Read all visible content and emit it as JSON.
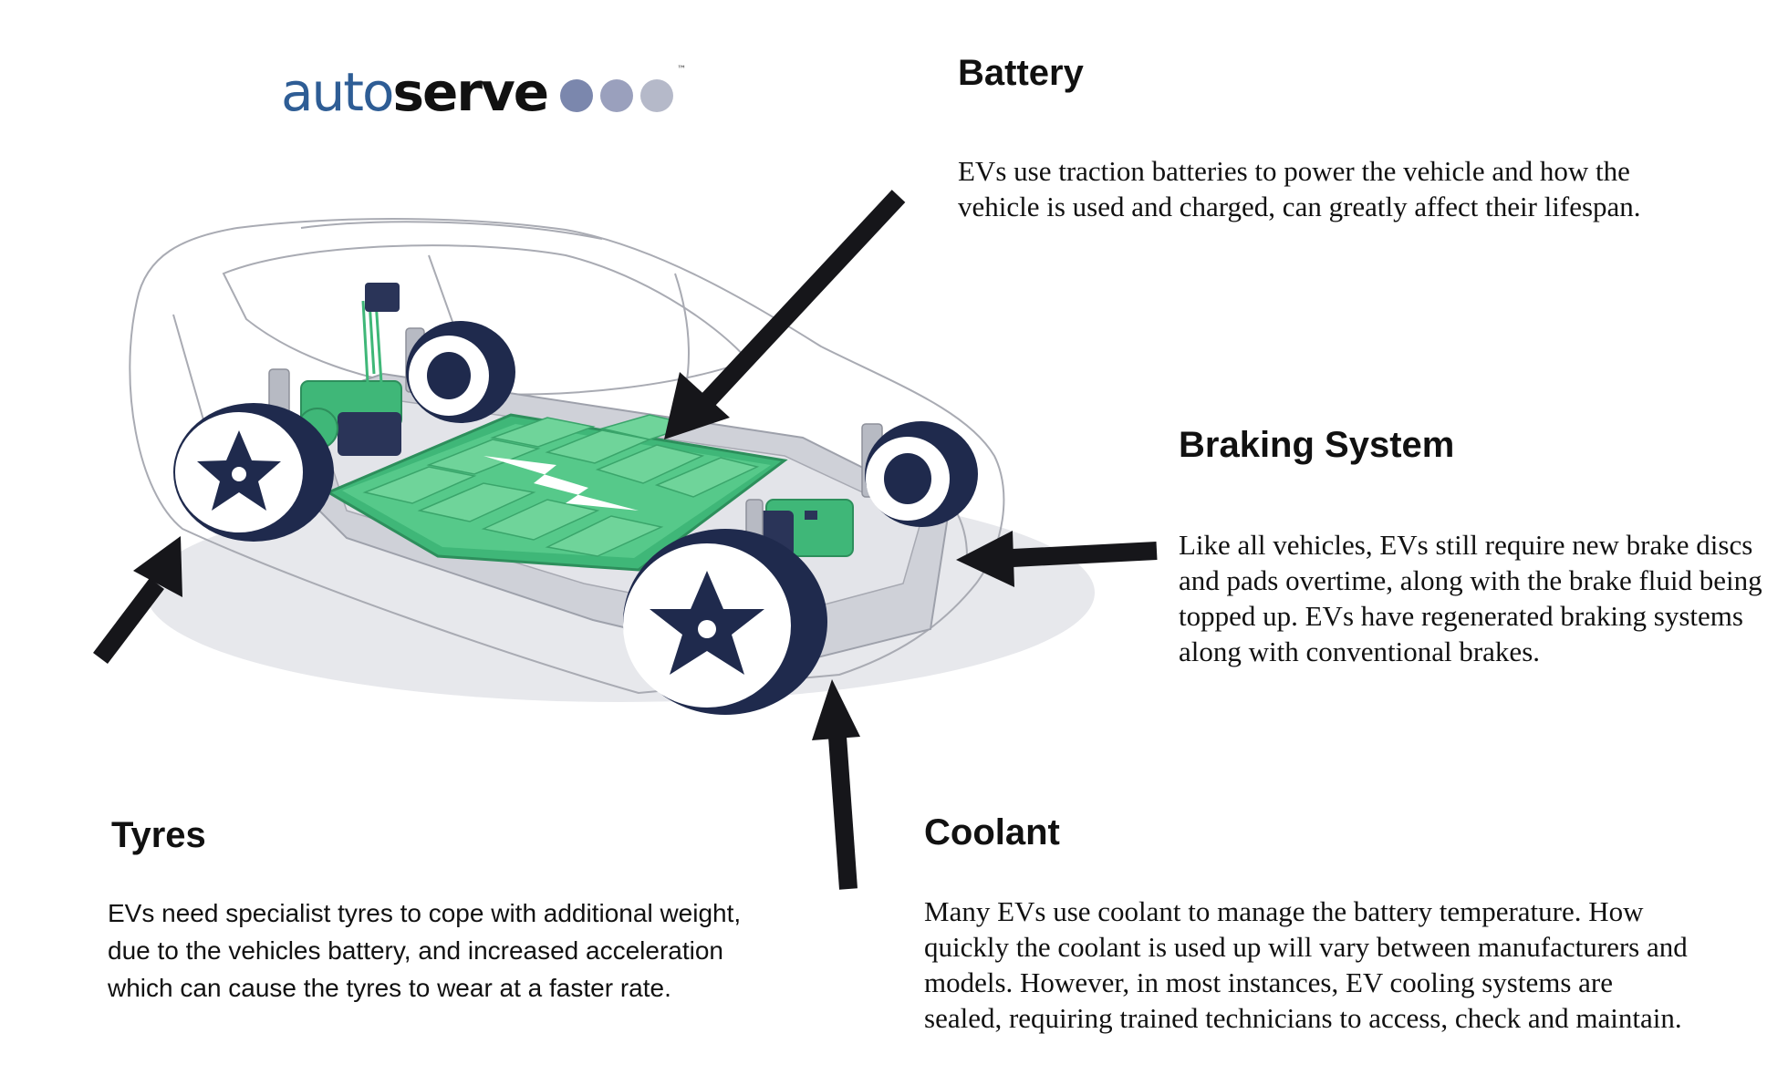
{
  "logo": {
    "part1": "auto",
    "part2": "serve",
    "tm": "™",
    "dot_colors": [
      "#7b87ad",
      "#9aa0bd",
      "#b5b9c9"
    ]
  },
  "sections": {
    "battery": {
      "title": "Battery",
      "body": "EVs use traction batteries to power the vehicle and how the vehicle is used and charged, can greatly affect their lifespan."
    },
    "braking": {
      "title": "Braking System",
      "body": "Like all vehicles, EVs still require new brake discs and pads overtime, along with the brake fluid being topped up. EVs have regenerated braking systems along with conventional brakes."
    },
    "tyres": {
      "title": "Tyres",
      "body": "EVs need specialist tyres to cope with additional weight, due to the vehicles battery, and increased acceleration which can cause the tyres to wear at a faster rate."
    },
    "coolant": {
      "title": "Coolant",
      "body": "Many EVs use coolant to manage the battery temperature. How quickly the coolant is used up will vary between manufacturers and models. However, in most instances, EV cooling systems are sealed, requiring trained technicians to access, check and maintain."
    }
  },
  "colors": {
    "battery_green": "#3fb778",
    "battery_light": "#6fd49a",
    "wheel_navy": "#1f2a4d",
    "arrow": "#16161a"
  }
}
